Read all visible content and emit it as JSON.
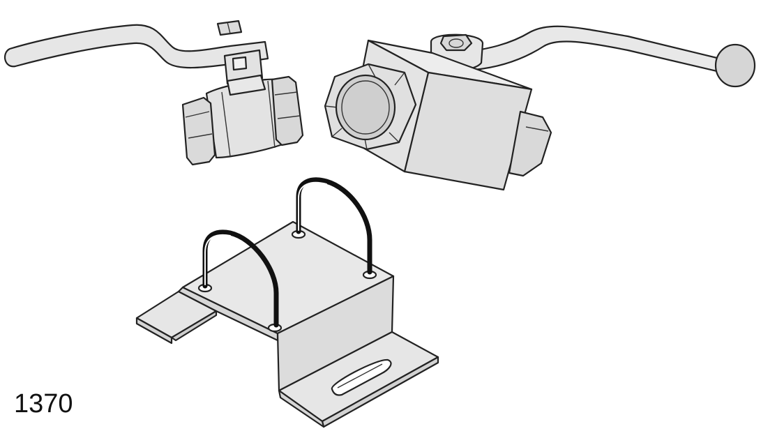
{
  "figure": {
    "part_number": "1370",
    "components": [
      {
        "name": "small-ball-valve"
      },
      {
        "name": "large-ball-valve"
      },
      {
        "name": "mounting-bracket"
      }
    ]
  },
  "colors": {
    "light_fill": "#ececec",
    "mid_fill": "#dedede",
    "dark_fill": "#cdcdcd",
    "outline": "#222222",
    "u_bolt": "#111111",
    "background": "#ffffff"
  }
}
